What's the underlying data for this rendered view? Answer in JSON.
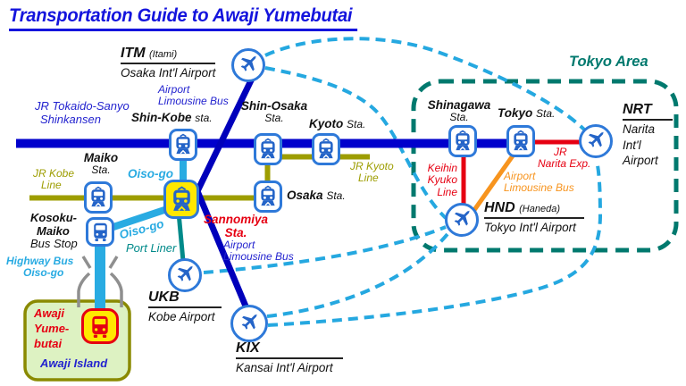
{
  "title": "Transportation Guide to Awaji Yumebutai",
  "colors": {
    "title_blue": "#1414dd",
    "shinkansen": "#0000cc",
    "limousine_bus_line": "#0000bb",
    "jr_local_line": "#9d9d00",
    "oiso_go": "#29abe2",
    "port_liner": "#008a8a",
    "flight_route": "#25a8e0",
    "tokyo_area_border": "#00796e",
    "red_line": "#e60012",
    "orange_line": "#f7941e",
    "icon_blue": "#2464c8",
    "tile_border": "#2e79d9",
    "sannomiya_bg": "#ffe800",
    "awaji_box_bg": "#ddf2c2",
    "awaji_box_border": "#8a8a00",
    "bridge_gray": "#8f8f8f"
  },
  "stations": {
    "shinkobe": {
      "name": "Shin-Kobe",
      "suffix": "sta."
    },
    "maiko": {
      "name": "Maiko",
      "suffix": "Sta."
    },
    "sannomiya": {
      "name": "Sannomiya",
      "suffix": "Sta."
    },
    "osaka": {
      "name": "Osaka",
      "suffix": "Sta."
    },
    "shinosaka": {
      "name": "Shin-Osaka",
      "suffix": "Sta."
    },
    "kyoto": {
      "name": "Kyoto",
      "suffix": "Sta."
    },
    "shinagawa": {
      "name": "Shinagawa",
      "suffix": "Sta."
    },
    "tokyo": {
      "name": "Tokyo",
      "suffix": "Sta."
    }
  },
  "airports": {
    "itm": {
      "code": "ITM",
      "paren": "(Itami)",
      "name": "Osaka Int'l Airport"
    },
    "ukb": {
      "code": "UKB",
      "name": "Kobe Airport"
    },
    "kix": {
      "code": "KIX",
      "name": "Kansai Int'l Airport"
    },
    "hnd": {
      "code": "HND",
      "paren": "(Haneda)",
      "name": "Tokyo Int'l Airport"
    },
    "nrt": {
      "code": "NRT",
      "l1": "Narita",
      "l2": "Int'l",
      "l3": "Airport"
    }
  },
  "lines": {
    "shinkansen": {
      "l1": "JR Tokaido-Sanyo",
      "l2": "Shinkansen"
    },
    "jr_kobe": {
      "l1": "JR Kobe",
      "l2": "Line"
    },
    "jr_kyoto": {
      "l1": "JR Kyoto",
      "l2": "Line"
    },
    "oiso_upper": "Oiso-go",
    "oiso_lower": "Oiso-go",
    "highway": {
      "l1": "Highway Bus",
      "l2": "Oiso-go"
    },
    "port_liner": "Port Liner",
    "lim_itm": {
      "l1": "Airport",
      "l2": "Limousine Bus"
    },
    "lim_kix": {
      "l1": "Airport",
      "l2": "Limousine Bus"
    },
    "lim_hnd": {
      "l1": "Airport",
      "l2": "Limousine Bus"
    },
    "keihin": {
      "l1": "Keihin",
      "l2": "Kyuko",
      "l3": "Line"
    },
    "narita_exp": {
      "l1": "JR",
      "l2": "Narita Exp."
    }
  },
  "areas": {
    "tokyo": "Tokyo Area",
    "awaji": {
      "l1": "Awaji",
      "l2": "Yume-",
      "l3": "butai"
    },
    "awaji_island": "Awaji Island"
  },
  "busstop": {
    "l1": "Kosoku-",
    "l2": "Maiko",
    "l3": "Bus Stop"
  }
}
